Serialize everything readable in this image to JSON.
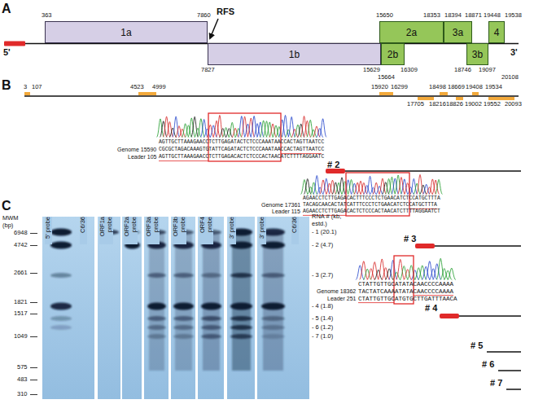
{
  "diagram": {
    "nodes": [
      {
        "text": [
          "1a"
        ]
      },
      {
        "text": [
          "1b"
        ]
      },
      {
        "text": [
          "2a"
        ]
      },
      {
        "text": [
          "2b"
        ]
      },
      {
        "text": [
          "3a"
        ]
      },
      {
        "text": [
          "3b"
        ]
      },
      {
        "text": [
          "4"
        ]
      }
    ],
    "labels": [
      "A",
      "363",
      "7860",
      "RFS",
      "15650",
      "18353",
      "18394",
      "18871",
      "19448",
      "19538",
      "5'",
      "7827",
      "15629",
      "15664",
      "16309",
      "18746",
      "19097",
      "3'",
      "20108",
      "B",
      "3",
      "107",
      "4523",
      "4999",
      "15920",
      "16299",
      "18498",
      "18669",
      "19408",
      "19534",
      "17705",
      "18216",
      "18826",
      "19002",
      "19552",
      "20093",
      "AGTTGCTTAAAGAACCTCTTGAGATACTCTCCCAAATAACCACTAGTTAATCC",
      "Genome 15590",
      "CGCGCTAGACAAAGTGTATTCAGATACTCTCCCAAATAACCACTAGTTAATCC",
      "Leader 105",
      "AGTTGCTTAAAGAACCTCTTGAGACACTCTCCCACTAACATCTTTTAGGAATC",
      "# 2",
      "AGAACCTCTTGAGACACTTTCCCTCTGAACATCTCCATGCTTTA",
      "Genome 17361",
      "TACAGCAACACTATCATTTCCCTCTGAACATCTCCATGCTTTA",
      "Leader 115",
      "AGAACCTCTTGAGACACTCTCCCACTAACATCTTTTAGGAATCT",
      "# 3",
      "CTATTGTTGCATATACAACCCCAAAA",
      "Genome 18362",
      "TACTATCAAAATATACAACCCCAAAA",
      "Leader 251",
      "CTATTGTTGCATGTGCTTGATTTAACA",
      "# 4",
      "# 5",
      "# 6",
      "# 7",
      "C",
      "MWM (bp)",
      "6948",
      "4742",
      "2661",
      "1821",
      "1517",
      "1049",
      "575",
      "483",
      "310",
      "5' probe",
      "C6/36",
      "ORF1a probe",
      "ORF2a probe",
      "ORF3a probe",
      "ORF3b probe",
      "ORF4 probe",
      "3' probe",
      "3' probe",
      "C6/36",
      "RNA # (kb, estd.)",
      "- 1 (20.1)",
      "- 2 (4.7)",
      "- 3 (2.7)",
      "- 4 (1.8)",
      "- 5 (1.4)",
      "- 6 (1.2)",
      "- 7 (1.0)"
    ]
  }
}
